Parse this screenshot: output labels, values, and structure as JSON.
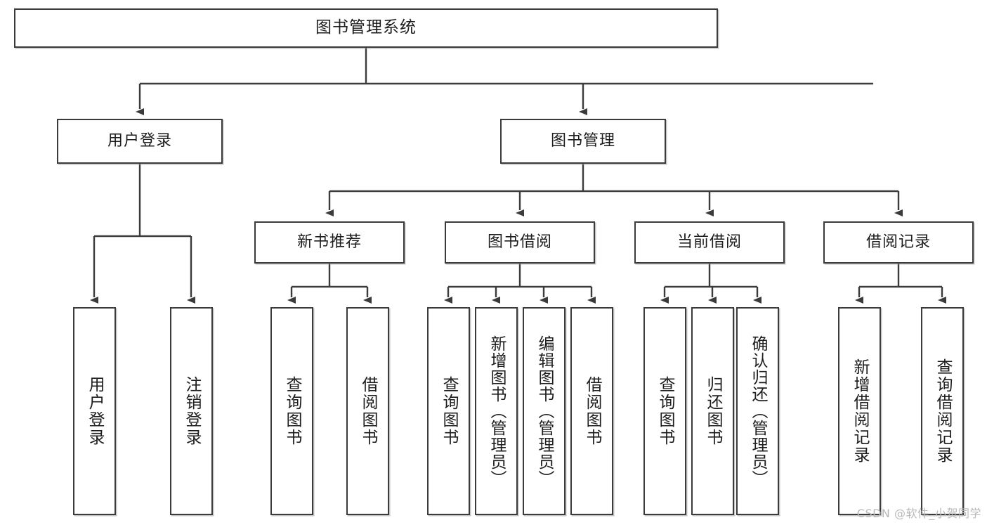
{
  "diagram": {
    "title": "图书管理系统",
    "type": "hierarchy-tree",
    "watermark": "CSDN @软件_小贺同学",
    "colors": {
      "box_border": "#3b3b3b",
      "box_fill": "#ffffff",
      "text": "#1d1d1d",
      "connector": "#3b3b3b",
      "watermark": "#b9b9b9",
      "background": "#ffffff"
    },
    "root": {
      "label": "图书管理系统"
    },
    "level1": [
      {
        "label": "用户登录"
      },
      {
        "label": "图书管理"
      }
    ],
    "level2": [
      {
        "label": "新书推荐"
      },
      {
        "label": "图书借阅"
      },
      {
        "label": "当前借阅"
      },
      {
        "label": "借阅记录"
      }
    ],
    "leaves": {
      "user_login": [
        {
          "label": "用户登录"
        },
        {
          "label": "注销登录"
        }
      ],
      "new_book_recommend": [
        {
          "label": "查询图书"
        },
        {
          "label": "借阅图书"
        }
      ],
      "book_borrow": [
        {
          "label": "查询图书"
        },
        {
          "label": "新增图书（管理员）"
        },
        {
          "label": "编辑图书（管理员）"
        },
        {
          "label": "借阅图书"
        }
      ],
      "current_borrow": [
        {
          "label": "查询图书"
        },
        {
          "label": "归还图书"
        },
        {
          "label": "确认归还（管理员）"
        }
      ],
      "borrow_record": [
        {
          "label": "新增借阅记录"
        },
        {
          "label": "查询借阅记录"
        }
      ]
    }
  }
}
